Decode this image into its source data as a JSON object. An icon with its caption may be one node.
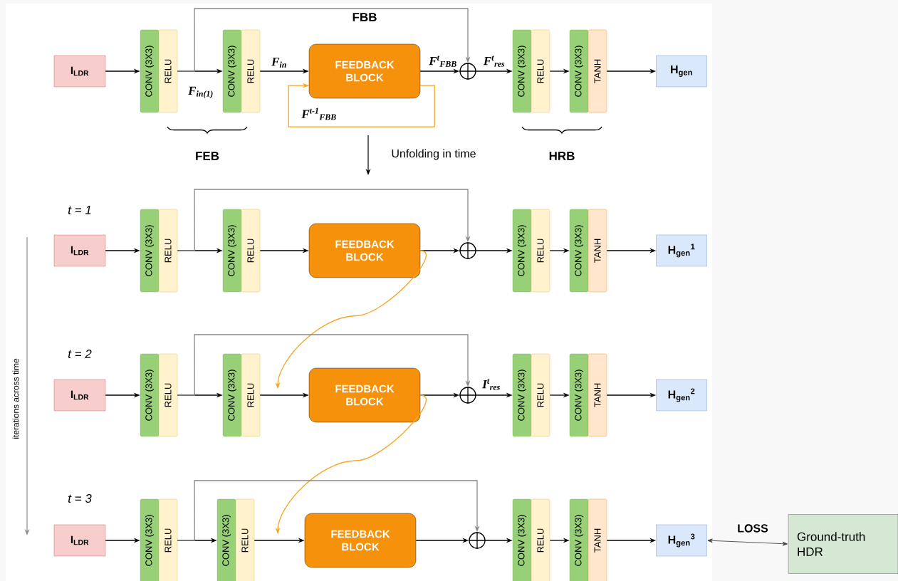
{
  "diagram": {
    "nodes": [
      {
        "text": [
          "I$_{LDR}$"
        ]
      },
      {
        "text": [
          "CONV (3X3)"
        ]
      },
      {
        "text": [
          "RELU"
        ]
      },
      {
        "text": [
          "CONV (3X3)"
        ]
      },
      {
        "text": [
          "RELU"
        ]
      },
      {
        "text": [
          "FEEDBACK BLOCK"
        ]
      },
      {
        "text": [],
        "shape": "circle"
      },
      {
        "text": [
          "CONV (3X3)"
        ]
      },
      {
        "text": [
          "RELU"
        ]
      },
      {
        "text": [
          "CONV (3X3)"
        ]
      },
      {
        "text": [
          "TANH"
        ]
      },
      {
        "text": [
          "H$_{gen}$"
        ]
      },
      {
        "text": [
          "I$_{LDR}$"
        ]
      },
      {
        "text": [
          "CONV (3X3)"
        ]
      },
      {
        "text": [
          "RELU"
        ]
      },
      {
        "text": [
          "CONV (3X3)"
        ]
      },
      {
        "text": [
          "RELU"
        ]
      },
      {
        "text": [
          "FEEDBACK BLOCK"
        ]
      },
      {
        "text": [],
        "shape": "circle"
      },
      {
        "text": [
          "CONV (3X3)"
        ]
      },
      {
        "text": [
          "RELU"
        ]
      },
      {
        "text": [
          "CONV (3X3)"
        ]
      },
      {
        "text": [
          "TANH"
        ]
      },
      {
        "text": [
          "H$_{gen}$$^{1}$"
        ]
      },
      {
        "text": [
          "I$_{LDR}$"
        ]
      },
      {
        "text": [
          "CONV (3X3)"
        ]
      },
      {
        "text": [
          "RELU"
        ]
      },
      {
        "text": [
          "CONV (3X3)"
        ]
      },
      {
        "text": [
          "RELU"
        ]
      },
      {
        "text": [
          "FEEDBACK BLOCK"
        ]
      },
      {
        "text": [],
        "shape": "circle"
      },
      {
        "text": [
          "CONV (3X3)"
        ]
      },
      {
        "text": [
          "RELU"
        ]
      },
      {
        "text": [
          "CONV (3X3)"
        ]
      },
      {
        "text": [
          "TANH"
        ]
      },
      {
        "text": [
          "H$_{gen}$$^{2}$"
        ]
      },
      {
        "text": [
          "I$_{LDR}$"
        ]
      },
      {
        "text": [
          "CONV (3X3)"
        ]
      },
      {
        "text": [
          "RELU"
        ]
      },
      {
        "text": [
          "CONV (3X3)"
        ]
      },
      {
        "text": [
          "RELU"
        ]
      },
      {
        "text": [
          "FEEDBACK BLOCK"
        ]
      },
      {
        "text": [],
        "shape": "circle"
      },
      {
        "text": [
          "CONV (3X3)"
        ]
      },
      {
        "text": [
          "RELU"
        ]
      },
      {
        "text": [
          "CONV (3X3)"
        ]
      },
      {
        "text": [
          "TANH"
        ]
      },
      {
        "text": [
          "H$_{gen}$$^{3}$"
        ]
      },
      {
        "text": [
          "Ground-truth HDR"
        ]
      }
    ],
    "edges": [
      {
        "from": 0,
        "to": 1,
        "arrow": "to"
      },
      {
        "from": 2,
        "to": 3,
        "arrow": "to",
        "label": "F$_{in(1)}$"
      },
      {
        "from": 4,
        "to": 5,
        "arrow": "to",
        "label": "F$_{in}$"
      },
      {
        "from": 5,
        "to": 6,
        "arrow": "to",
        "label": "F$^{t}$$_{FBB}$"
      },
      {
        "from": 6,
        "to": 7,
        "arrow": "to",
        "label": "F$^{t}$$_{res}$"
      },
      {
        "from": 8,
        "to": 9,
        "arrow": "to"
      },
      {
        "from": 10,
        "to": 11,
        "arrow": "to"
      },
      {
        "from": 2,
        "to": 6,
        "arrow": "to",
        "color": "#888888"
      },
      {
        "from": 5,
        "to": 5,
        "arrow": "to",
        "label": "F$^{t-1}$$_{FBB}$",
        "color": "#f5a623"
      },
      {
        "from": 12,
        "to": 13,
        "arrow": "to"
      },
      {
        "from": 14,
        "to": 15,
        "arrow": "to"
      },
      {
        "from": 16,
        "to": 17,
        "arrow": "to"
      },
      {
        "from": 17,
        "to": 18,
        "arrow": "to"
      },
      {
        "from": 18,
        "to": 19,
        "arrow": "to"
      },
      {
        "from": 20,
        "to": 21,
        "arrow": "to"
      },
      {
        "from": 22,
        "to": 23,
        "arrow": "to"
      },
      {
        "from": 14,
        "to": 18,
        "arrow": "to",
        "color": "#888888"
      },
      {
        "from": 17,
        "to": null,
        "arrow": "to",
        "color": "#f5a623"
      },
      {
        "from": 24,
        "to": 25,
        "arrow": "to"
      },
      {
        "from": 26,
        "to": 27,
        "arrow": "to"
      },
      {
        "from": 28,
        "to": 29,
        "arrow": "to"
      },
      {
        "from": 29,
        "to": 30,
        "arrow": "to"
      },
      {
        "from": 30,
        "to": 31,
        "arrow": "to",
        "label": "I$^{t}$$_{res}$"
      },
      {
        "from": 32,
        "to": 33,
        "arrow": "to"
      },
      {
        "from": 34,
        "to": 35,
        "arrow": "to"
      },
      {
        "from": 26,
        "to": 30,
        "arrow": "to",
        "color": "#888888"
      },
      {
        "from": 29,
        "to": null,
        "arrow": "to",
        "color": "#f5a623"
      },
      {
        "from": 36,
        "to": 37,
        "arrow": "to"
      },
      {
        "from": 38,
        "to": 39,
        "arrow": "to"
      },
      {
        "from": 40,
        "to": 41,
        "arrow": "to"
      },
      {
        "from": 41,
        "to": 42,
        "arrow": "to"
      },
      {
        "from": 42,
        "to": 43,
        "arrow": "to"
      },
      {
        "from": 44,
        "to": 45,
        "arrow": "to"
      },
      {
        "from": 46,
        "to": 47,
        "arrow": "to"
      },
      {
        "from": 38,
        "to": 42,
        "arrow": "to",
        "color": "#888888"
      },
      {
        "from": 47,
        "to": 48,
        "arrow": "both",
        "label": "LOSS",
        "color": "#444444"
      }
    ],
    "labels": [
      "FBB",
      "FEB",
      "HRB",
      "Unfolding in time",
      "t = 1",
      "t = 2",
      "iterations across time",
      "t = 3"
    ]
  }
}
